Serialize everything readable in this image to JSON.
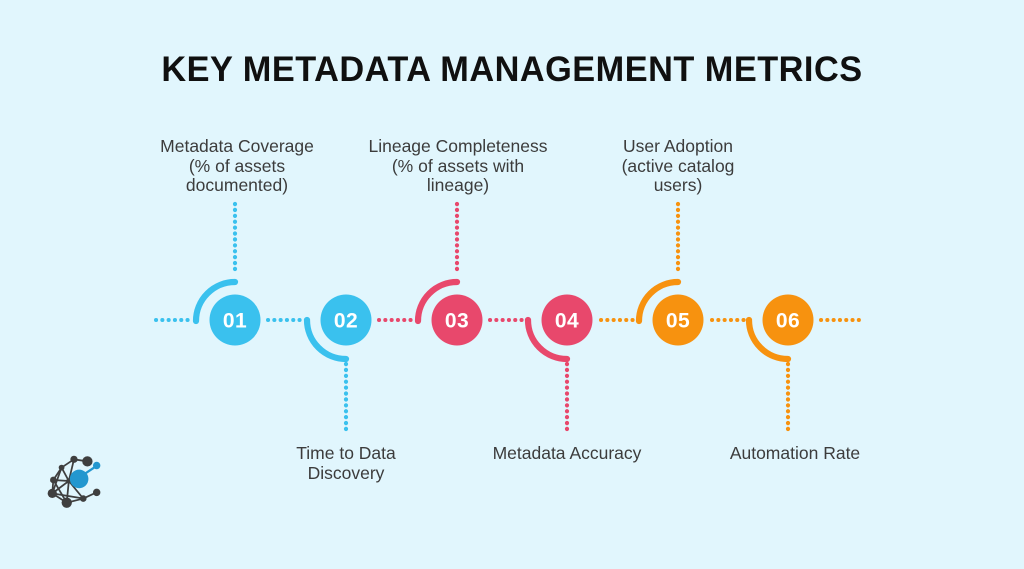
{
  "title": "KEY METADATA MANAGEMENT METRICS",
  "colors": {
    "background": "#e1f6fd",
    "cyan": "#3ac1ee",
    "pink": "#e8486c",
    "orange": "#f7920f",
    "label_text": "#3c3c3c",
    "title_text": "#101010",
    "logo_dark": "#3f3f3f",
    "logo_blue": "#2397cf"
  },
  "logo_icon": "network-graph-icon",
  "steps": [
    {
      "number": "01",
      "color": "#3ac1ee",
      "label_position": "above",
      "label": "Metadata Coverage (% of assets documented)",
      "label_lines": [
        "Metadata Coverage",
        "(% of assets",
        "documented)"
      ]
    },
    {
      "number": "02",
      "color": "#3ac1ee",
      "label_position": "below",
      "label": "Time to Data Discovery",
      "label_lines": [
        "Time to Data",
        "Discovery"
      ]
    },
    {
      "number": "03",
      "color": "#e8486c",
      "label_position": "above",
      "label": "Lineage Completeness (% of assets with lineage)",
      "label_lines": [
        "Lineage Completeness",
        "(% of assets with",
        "lineage)"
      ]
    },
    {
      "number": "04",
      "color": "#e8486c",
      "label_position": "below",
      "label": "Metadata Accuracy",
      "label_lines": [
        "Metadata Accuracy"
      ]
    },
    {
      "number": "05",
      "color": "#f7920f",
      "label_position": "above",
      "label": "User Adoption (active catalog users)",
      "label_lines": [
        "User Adoption",
        "(active catalog",
        "users)"
      ]
    },
    {
      "number": "06",
      "color": "#f7920f",
      "label_position": "below",
      "label": "Automation Rate",
      "label_lines": [
        "Automation Rate"
      ]
    }
  ]
}
